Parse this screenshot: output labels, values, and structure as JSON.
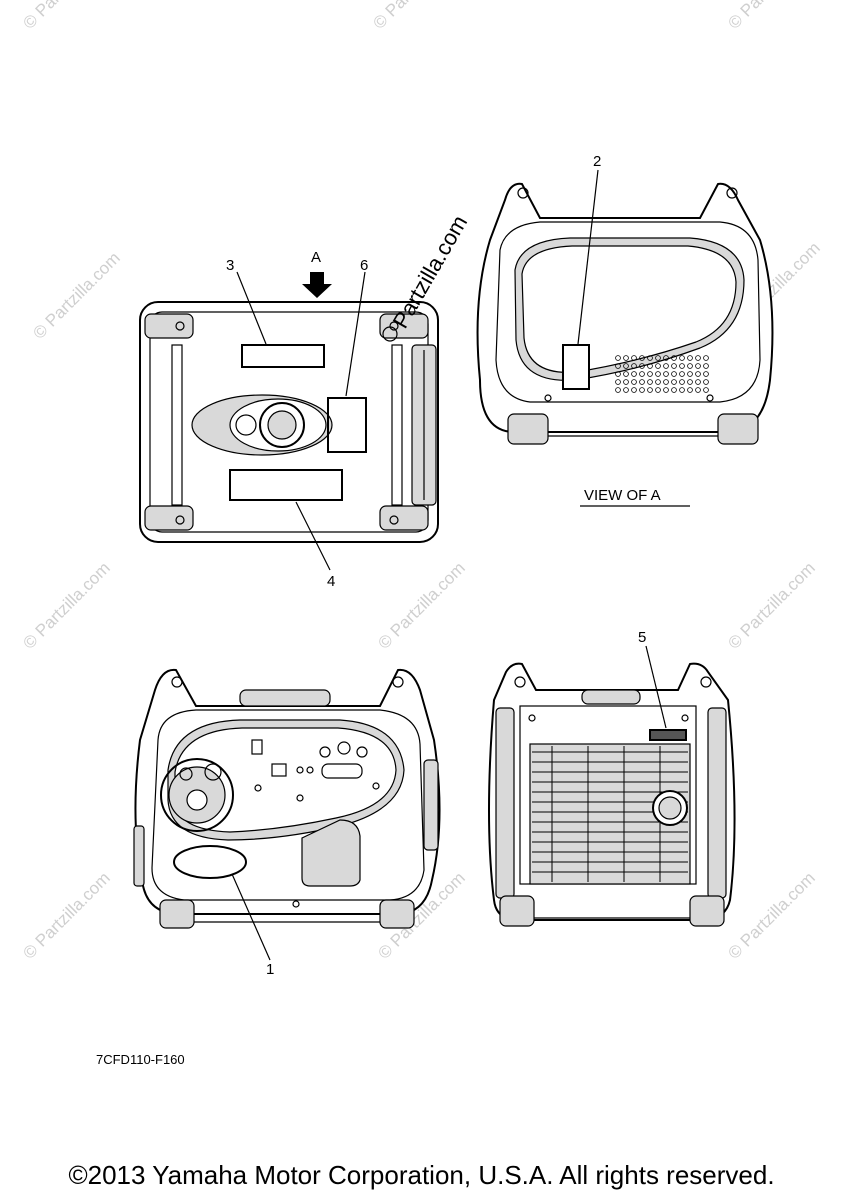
{
  "callouts": {
    "c1": "1",
    "c2": "2",
    "c3": "3",
    "c4": "4",
    "c5": "5",
    "c6": "6"
  },
  "arrow_label": "A",
  "view_label": "VIEW OF A",
  "part_code": "7CFD110-F160",
  "copyright": "©2013 Yamaha Motor Corporation, U.S.A. All rights reserved.",
  "watermark": "© Partzilla.com",
  "watermark_main": "Partzilla.com"
}
